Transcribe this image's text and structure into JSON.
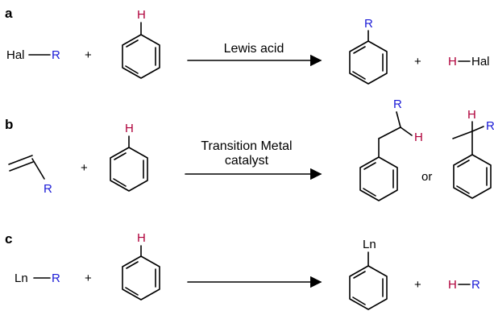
{
  "colors": {
    "black": "#000000",
    "blue": "#1a1ad6",
    "red": "#b0003a"
  },
  "panels": [
    {
      "label": "a",
      "reactant1": {
        "hal": "Hal",
        "r": "R"
      },
      "plus1": "+",
      "reactant2_h": "H",
      "arrow_text": [
        "Lewis acid"
      ],
      "product_r": "R",
      "plus2": "+",
      "byproduct": {
        "h": "H",
        "dash": "—",
        "x": "Hal"
      }
    },
    {
      "label": "b",
      "alkene_r": "R",
      "plus1": "+",
      "reactant2_h": "H",
      "arrow_text": [
        "Transition Metal",
        "catalyst"
      ],
      "product1": {
        "r": "R",
        "h": "H"
      },
      "or": "or",
      "product2": {
        "h": "H",
        "r": "R"
      }
    },
    {
      "label": "c",
      "reactant1": {
        "ln": "Ln",
        "r": "R"
      },
      "plus1": "+",
      "reactant2_h": "H",
      "arrow_text": [],
      "product_ln": "Ln",
      "plus2": "+",
      "byproduct": {
        "h": "H",
        "dash": "—",
        "x": "R"
      }
    }
  ]
}
